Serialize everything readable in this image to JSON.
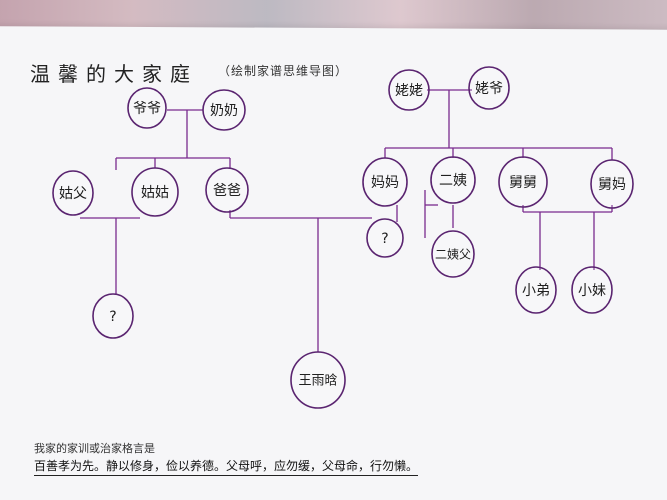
{
  "title": "温馨的大家庭",
  "subtitle": "（绘制家谱思维导图）",
  "nodes": {
    "grandpa": "爷爷",
    "grandma": "奶奶",
    "maternal_grandma": "姥姥",
    "maternal_grandpa": "姥爷",
    "uncle_in_law": "姑父",
    "aunt": "姑姑",
    "dad": "爸爸",
    "mom": "妈妈",
    "second_aunt": "二姨",
    "maternal_uncle": "舅舅",
    "maternal_uncle_wife": "舅妈",
    "unknown_left": "?",
    "unknown_mid": "?",
    "second_aunt_husband": "二姨父",
    "little_brother": "小弟",
    "little_sister": "小妹",
    "self": "王雨晗"
  },
  "motto": {
    "intro": "我家的家训或治家格言是",
    "text": "百善孝为先。静以修身，俭以养德。父母呼，应勿缓，父母命，行勿懒。"
  },
  "colors": {
    "line": "#7a2b8e",
    "circle": "#5a2470"
  }
}
